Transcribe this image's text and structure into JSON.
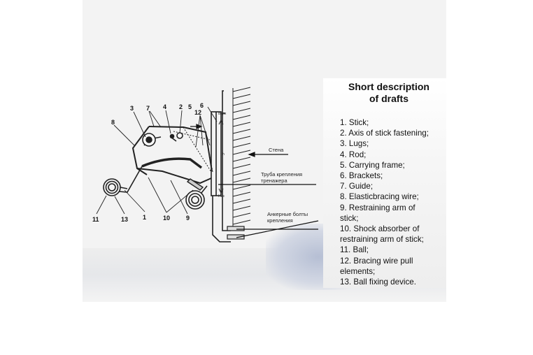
{
  "description": {
    "title_line1": "Short description",
    "title_line2": "of drafts",
    "items": [
      "1. Stick;",
      "2. Axis of stick fastening;",
      "3. Lugs;",
      "4. Rod;",
      "5. Carrying frame;",
      "6. Brackets;",
      "7. Guide;",
      "8. Elasticbracing wire;",
      "9. Restraining arm of",
      "stick;",
      "10. Shock absorber of",
      "restraining arm of stick;",
      "11. Ball;",
      "12. Bracing wire pull",
      "elements;",
      "13. Ball fixing device."
    ]
  },
  "diagram": {
    "labels": {
      "wall": "Стена",
      "tube_line1": "Труба крепления",
      "tube_line2": "тренажера",
      "bolts_line1": "Анкерные болты",
      "bolts_line2": "крепления",
      "upper": "Верх",
      "lower": "Низ",
      "height": "h"
    },
    "part_numbers": {
      "n1": "1",
      "n2": "2",
      "n3": "3",
      "n4": "4",
      "n5": "5",
      "n6": "6",
      "n7": "7",
      "n8": "8",
      "n9": "9",
      "n10": "10",
      "n11": "11",
      "n12": "12",
      "n13": "13"
    }
  }
}
